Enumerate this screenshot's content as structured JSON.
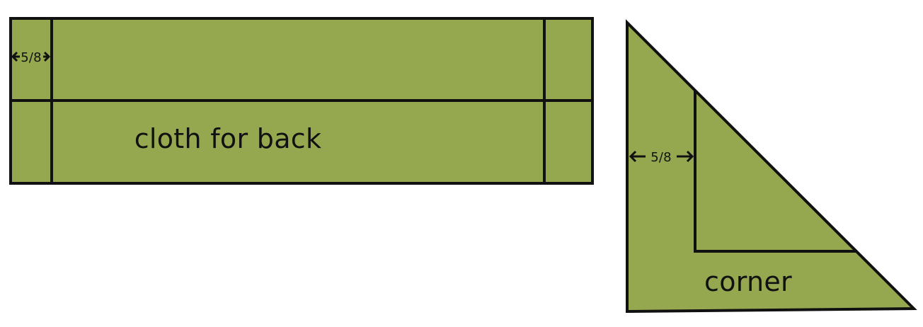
{
  "colors": {
    "fabric_green": "#95a84f",
    "outline": "#111111",
    "background": "#ffffff"
  },
  "panels": {
    "back_cloth": {
      "label": "cloth for back",
      "seam_label": "5/8"
    },
    "corner_piece": {
      "label": "corner",
      "seam_label": "5/8"
    }
  }
}
